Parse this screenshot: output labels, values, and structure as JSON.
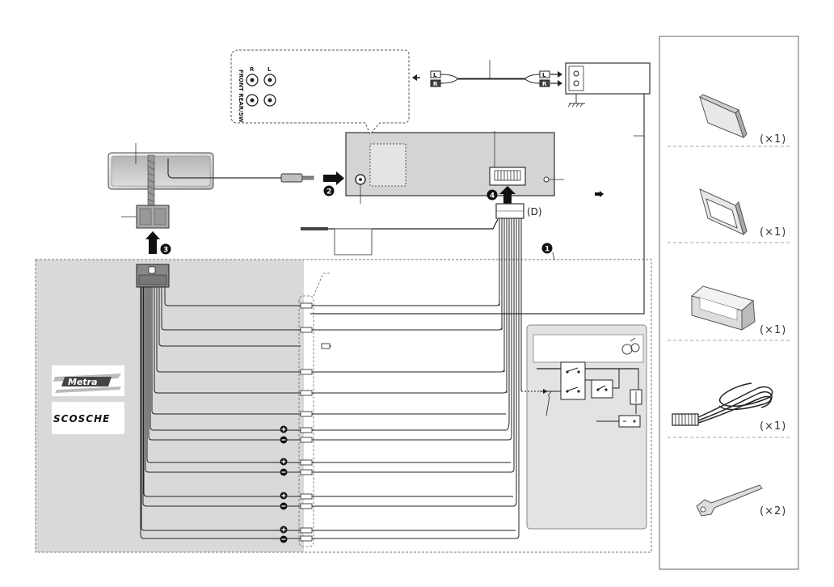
{
  "labels": {
    "d_connector": "(D)",
    "step1": "1",
    "step2": "2",
    "step3": "3",
    "step4": "4",
    "rca_left": "L",
    "rca_right": "R",
    "front_rear_sw": "FRONT REAR/SW",
    "plus": "+",
    "minus": "−"
  },
  "logos": {
    "metra": "Metra",
    "scosche": "SCOSCHE"
  },
  "accessories": [
    {
      "qty": "(×1)"
    },
    {
      "qty": "(×1)"
    },
    {
      "qty": "(×1)"
    },
    {
      "qty": "(×1)"
    },
    {
      "qty": "(×2)"
    }
  ]
}
